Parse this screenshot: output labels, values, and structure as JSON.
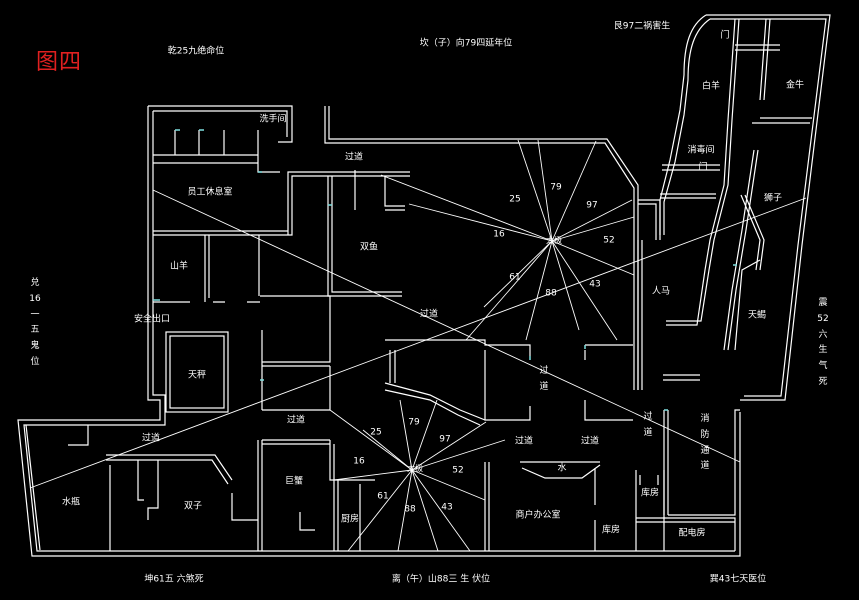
{
  "title": "图四",
  "colors": {
    "background": "#000000",
    "wall": "#ffffff",
    "door": "#7fe0e0",
    "title": "#e02020",
    "grid_line": "#ffffff"
  },
  "directions": {
    "qian": "乾25九绝命位",
    "dui_top": "坎（子）向79四延年位",
    "gen": "艮97二祸害生",
    "dui_left": "兑16一五鬼位",
    "zhen": "震52六生气死",
    "kun": "坤61五 六煞死",
    "li": "离（午）山88三 生 伏位",
    "xun": "巽43七天医位"
  },
  "rooms": {
    "wash": "洗手间",
    "corridor1": "过道",
    "staff_lounge": "员工休息室",
    "shuangyu": "双鱼",
    "shanyang": "山羊",
    "exit": "安全出口",
    "tiancheng": "天秤",
    "corridor_mid": "过道",
    "corridor_center": "过道",
    "corridor_lower_left": "过道",
    "corridor_far_left": "过道",
    "shuiping": "水瓶",
    "shuangzi": "双子",
    "juxie": "巨蟹",
    "kitchen": "厨房",
    "corridor_b1": "过道",
    "corridor_b2": "过道",
    "water": "水",
    "manager_office": "商户办公室",
    "storage1": "库房",
    "storage2": "库房",
    "corridor_right": "过道",
    "fire_lane": "消防通道",
    "power_room": "配电房",
    "renma": "人马",
    "tianxie": "天蝎",
    "shizi": "狮子",
    "disinfect": "消毒间",
    "baiyang": "白羊",
    "jinniu": "金牛",
    "door1": "门",
    "door2": "门"
  },
  "center_marks": {
    "upper": "太极",
    "lower": "太极"
  },
  "upper_grid": [
    "25",
    "79",
    "97",
    "16",
    "52",
    "61",
    "88",
    "43"
  ],
  "lower_grid": [
    "25",
    "79",
    "97",
    "16",
    "52",
    "61",
    "88",
    "43"
  ]
}
